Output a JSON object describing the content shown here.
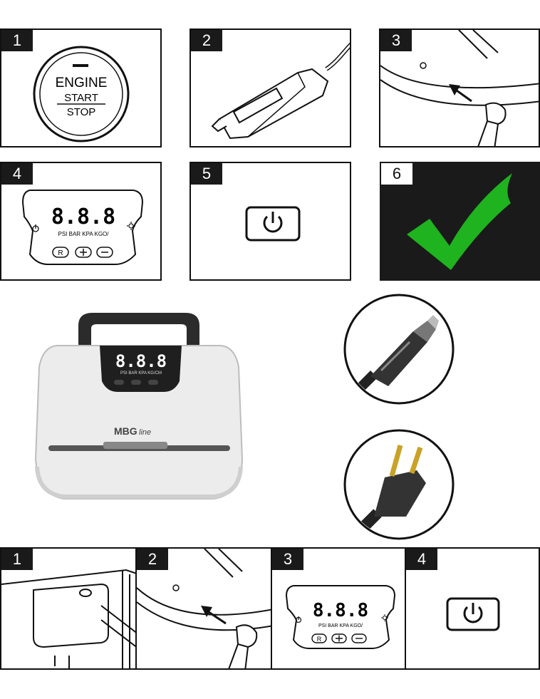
{
  "top_steps": [
    {
      "number": "1",
      "engine_label": "ENGINE",
      "start_label": "START",
      "stop_label": "STOP"
    },
    {
      "number": "2"
    },
    {
      "number": "3"
    },
    {
      "number": "4",
      "display": "8.8.8",
      "units": "PSI  BAR  KPA  KGO/"
    },
    {
      "number": "5"
    },
    {
      "number": "6"
    }
  ],
  "device": {
    "display": "8.8.8",
    "units": "PSI BAR KPA KG/CM",
    "brand": "MBG",
    "brand_suffix": "line",
    "colors": {
      "body": "#ececec",
      "handle": "#2b2b2b",
      "check": "#1fb31f"
    }
  },
  "bottom_steps": [
    {
      "number": "1"
    },
    {
      "number": "2"
    },
    {
      "number": "3",
      "display": "8.8.8",
      "units": "PSI  BAR  KPA  KGO/"
    },
    {
      "number": "4"
    }
  ],
  "icons": [
    "power-icon",
    "light-icon",
    "r-button-icon",
    "plus-icon",
    "minus-icon",
    "checkmark-icon"
  ]
}
